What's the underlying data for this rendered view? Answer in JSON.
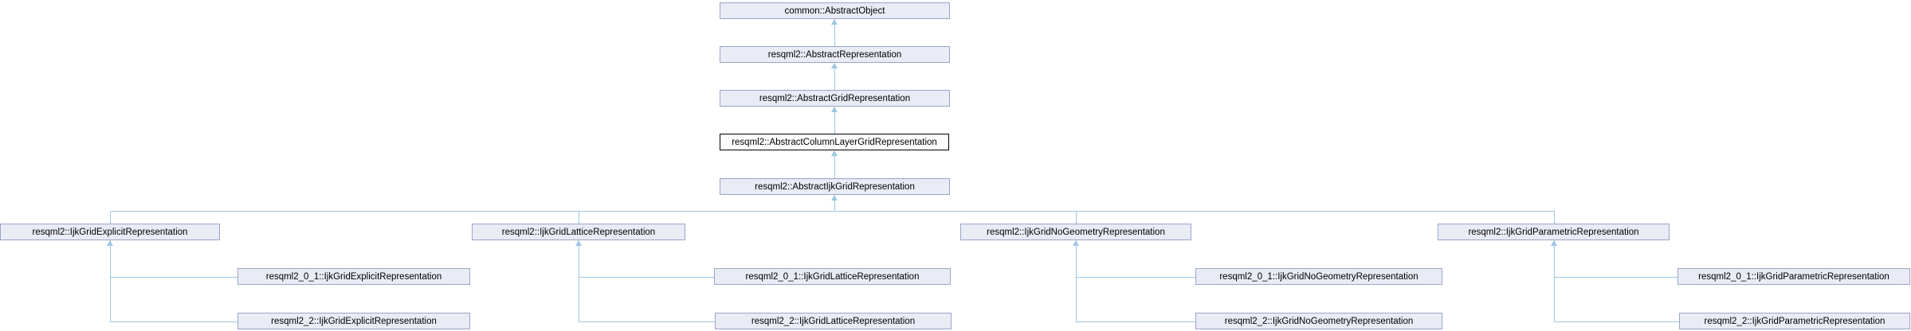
{
  "diagram": {
    "type": "class-inheritance-graph",
    "current_class": "resqml2::AbstractColumnLayerGridRepresentation",
    "colors": {
      "node_fill": "#e9ebf5",
      "node_border": "#9aa5c8",
      "current_node_fill": "#fcfcfe",
      "current_node_border": "#000000",
      "edge": "#9ec7e0",
      "text": "#000000",
      "background": "#ffffff"
    },
    "nodes": [
      {
        "label": "common::AbstractObject",
        "current": false
      },
      {
        "label": "resqml2::AbstractRepresentation",
        "current": false
      },
      {
        "label": "resqml2::AbstractGridRepresentation",
        "current": false
      },
      {
        "label": "resqml2::AbstractColumnLayerGridRepresentation",
        "current": true
      },
      {
        "label": "resqml2::AbstractIjkGridRepresentation",
        "current": false
      },
      {
        "label": "resqml2::IjkGridExplicitRepresentation",
        "current": false
      },
      {
        "label": "resqml2_0_1::IjkGridExplicitRepresentation",
        "current": false
      },
      {
        "label": "resqml2_2::IjkGridExplicitRepresentation",
        "current": false
      },
      {
        "label": "resqml2::IjkGridLatticeRepresentation",
        "current": false
      },
      {
        "label": "resqml2_0_1::IjkGridLatticeRepresentation",
        "current": false
      },
      {
        "label": "resqml2_2::IjkGridLatticeRepresentation",
        "current": false
      },
      {
        "label": "resqml2::IjkGridNoGeometryRepresentation",
        "current": false
      },
      {
        "label": "resqml2_0_1::IjkGridNoGeometryRepresentation",
        "current": false
      },
      {
        "label": "resqml2_2::IjkGridNoGeometryRepresentation",
        "current": false
      },
      {
        "label": "resqml2::IjkGridParametricRepresentation",
        "current": false
      },
      {
        "label": "resqml2_0_1::IjkGridParametricRepresentation",
        "current": false
      },
      {
        "label": "resqml2_2::IjkGridParametricRepresentation",
        "current": false
      }
    ],
    "edges_derived_to_base": [
      [
        "resqml2::AbstractRepresentation",
        "common::AbstractObject"
      ],
      [
        "resqml2::AbstractGridRepresentation",
        "resqml2::AbstractRepresentation"
      ],
      [
        "resqml2::AbstractColumnLayerGridRepresentation",
        "resqml2::AbstractGridRepresentation"
      ],
      [
        "resqml2::AbstractIjkGridRepresentation",
        "resqml2::AbstractColumnLayerGridRepresentation"
      ],
      [
        "resqml2::IjkGridExplicitRepresentation",
        "resqml2::AbstractIjkGridRepresentation"
      ],
      [
        "resqml2::IjkGridLatticeRepresentation",
        "resqml2::AbstractIjkGridRepresentation"
      ],
      [
        "resqml2::IjkGridNoGeometryRepresentation",
        "resqml2::AbstractIjkGridRepresentation"
      ],
      [
        "resqml2::IjkGridParametricRepresentation",
        "resqml2::AbstractIjkGridRepresentation"
      ],
      [
        "resqml2_0_1::IjkGridExplicitRepresentation",
        "resqml2::IjkGridExplicitRepresentation"
      ],
      [
        "resqml2_2::IjkGridExplicitRepresentation",
        "resqml2::IjkGridExplicitRepresentation"
      ],
      [
        "resqml2_0_1::IjkGridLatticeRepresentation",
        "resqml2::IjkGridLatticeRepresentation"
      ],
      [
        "resqml2_2::IjkGridLatticeRepresentation",
        "resqml2::IjkGridLatticeRepresentation"
      ],
      [
        "resqml2_0_1::IjkGridNoGeometryRepresentation",
        "resqml2::IjkGridNoGeometryRepresentation"
      ],
      [
        "resqml2_2::IjkGridNoGeometryRepresentation",
        "resqml2::IjkGridNoGeometryRepresentation"
      ],
      [
        "resqml2_0_1::IjkGridParametricRepresentation",
        "resqml2::IjkGridParametricRepresentation"
      ],
      [
        "resqml2_2::IjkGridParametricRepresentation",
        "resqml2::IjkGridParametricRepresentation"
      ]
    ]
  }
}
